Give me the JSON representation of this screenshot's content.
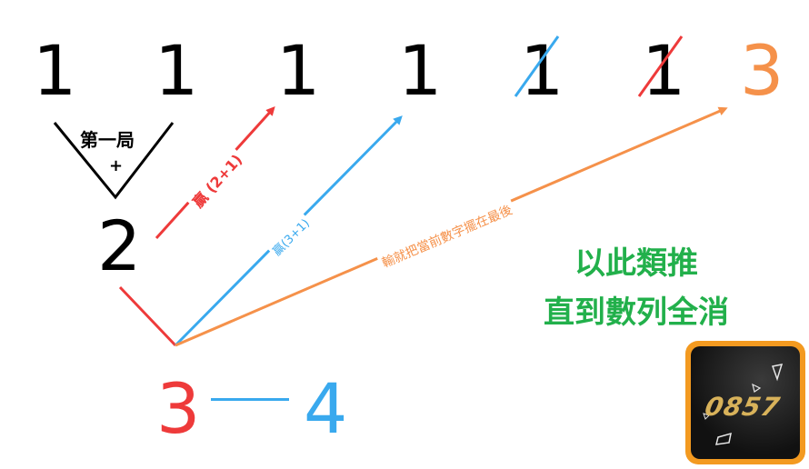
{
  "sequence": [
    "1",
    "1",
    "1",
    "1",
    "1",
    "1",
    "3"
  ],
  "bracket_label": "第一局",
  "bracket_plus": "+",
  "sum_value": "2",
  "win_red_label": "贏 (2+1)",
  "win_blue_label": "贏(3+1)",
  "lose_label": "輸就把當前數字擺在最後",
  "bottom_left": "3",
  "bottom_dash": "—",
  "bottom_right": "4",
  "conclusion_line1": "以此類推",
  "conclusion_line2": "直到數列全消",
  "logo_text": "0857",
  "colors": {
    "red": "#ee3a3a",
    "blue": "#39a9ee",
    "orange": "#f5914a",
    "green": "#22b04b",
    "logo_border": "#f39a20"
  }
}
